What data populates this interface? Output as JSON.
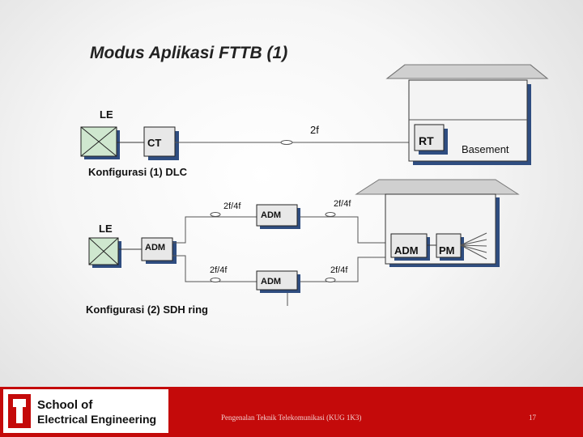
{
  "title": "Modus Aplikasi FTTB (1)",
  "config1": {
    "le_label": "LE",
    "ct_label": "CT",
    "link_label": "2f",
    "rt_label": "RT",
    "basement_label": "Basement",
    "caption": "Konfigurasi (1) DLC"
  },
  "config2": {
    "le_label": "LE",
    "adm_left_label": "ADM",
    "adm_top_label": "ADM",
    "adm_bottom_label": "ADM",
    "adm_right_label": "ADM",
    "pm_label": "PM",
    "top_left_link": "2f/4f",
    "top_right_link": "2f/4f",
    "bottom_left_link": "2f/4f",
    "bottom_right_link": "2f/4f",
    "caption": "Konfigurasi (2) SDH ring"
  },
  "footer": {
    "logo_line1": "School of",
    "logo_line2": "Electrical Engineering",
    "course_text": "Pengenalan Teknik Telekomunikasi (KUG 1K3)",
    "page_number": "17"
  }
}
